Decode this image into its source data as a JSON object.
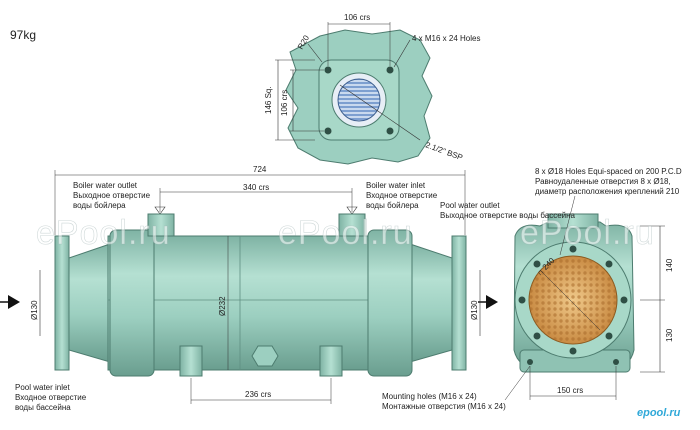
{
  "weight": "97kg",
  "top_view": {
    "dim_106_top": "106 crs",
    "dim_106_side": "106 crs",
    "dim_146": "146 Sq.",
    "dim_r20": "R20",
    "holes": "4 x M16 x 24 Holes",
    "bsp": "2.1/2\" BSP"
  },
  "side_view": {
    "overall_length": "724",
    "boiler_outlet": [
      "Boiler water outlet",
      "Выходное отверстие",
      "воды бойлера"
    ],
    "boiler_inlet": [
      "Boiler water inlet",
      "Входное отверстие",
      "воды бойлера"
    ],
    "crs_340": "340 crs",
    "dia_232": "Ø232",
    "dia_130_left": "Ø130",
    "dia_130_right": "Ø130",
    "crs_236": "236 crs",
    "pool_inlet": [
      "Pool water inlet",
      "Входное отверстие",
      "воды бассейна"
    ],
    "pool_outlet": [
      "Pool water outlet",
      "Выходное отверстие воды бассейна"
    ]
  },
  "end_view": {
    "holes_note": [
      "8 x Ø18 Holes Equi-spaced on 200 P.C.D",
      "Равноудаленные отверстия 8 x Ø18,",
      "диаметр расположения креплений 210"
    ],
    "r_240": "∩ 240",
    "dim_140": "140",
    "dim_130": "130",
    "dim_150": "150 crs",
    "mounting": [
      "Mounting holes (M16 x 24)",
      "Монтажные отверстия (M16 x 24)"
    ]
  },
  "watermark": "ePool.ru",
  "logo": "epool.ru",
  "colors": {
    "body": "#9ccfc0",
    "body_dark": "#6fa898",
    "tubes": "#d9a15c",
    "tube_face": "#a9c3e3"
  }
}
